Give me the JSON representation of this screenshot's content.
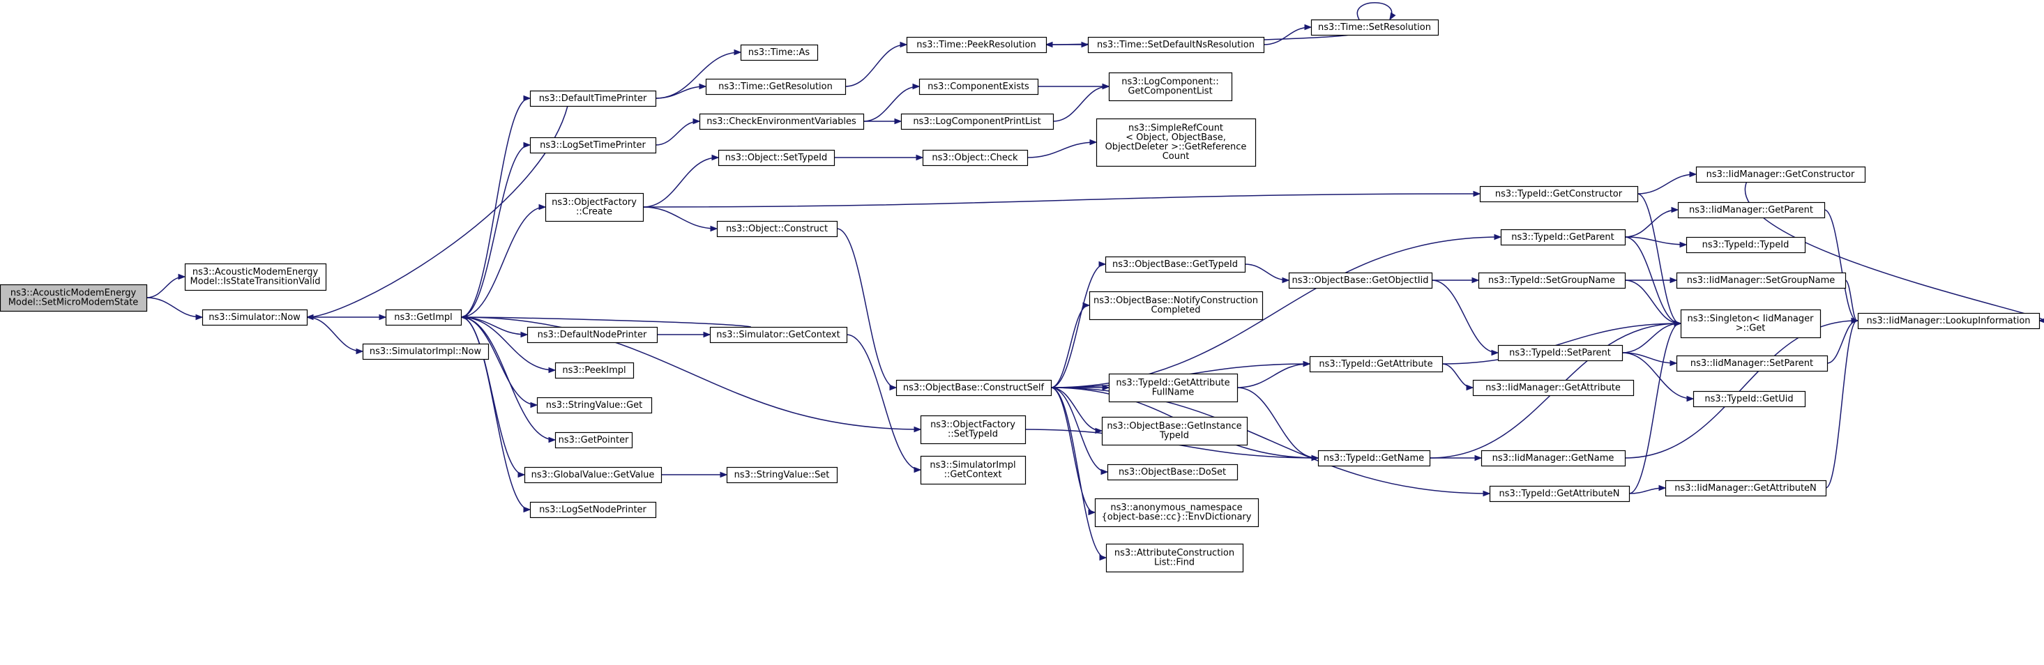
{
  "diagram": {
    "kind": "call-graph",
    "colors": {
      "edge": "#191970",
      "root_fill": "#bfbfbf",
      "node_fill": "#ffffff",
      "border": "#000000"
    },
    "nodes": [
      {
        "id": "root",
        "lines": [
          "ns3::AcousticModemEnergy",
          "Model::SetMicroModemState"
        ],
        "root": true
      },
      {
        "id": "istrans",
        "lines": [
          "ns3::AcousticModemEnergy",
          "Model::IsStateTransitionValid"
        ]
      },
      {
        "id": "simnow",
        "lines": [
          "ns3::Simulator::Now"
        ]
      },
      {
        "id": "getimpl",
        "lines": [
          "ns3::GetImpl"
        ]
      },
      {
        "id": "simimplnow",
        "lines": [
          "ns3::SimulatorImpl::Now"
        ]
      },
      {
        "id": "deftimeprinter",
        "lines": [
          "ns3::DefaultTimePrinter"
        ]
      },
      {
        "id": "timeas",
        "lines": [
          "ns3::Time::As"
        ]
      },
      {
        "id": "timegetres",
        "lines": [
          "ns3::Time::GetResolution"
        ]
      },
      {
        "id": "timepeek",
        "lines": [
          "ns3::Time::PeekResolution"
        ]
      },
      {
        "id": "timesetdef",
        "lines": [
          "ns3::Time::SetDefaultNsResolution"
        ]
      },
      {
        "id": "timesetres",
        "lines": [
          "ns3::Time::SetResolution"
        ]
      },
      {
        "id": "logsettime",
        "lines": [
          "ns3::LogSetTimePrinter"
        ]
      },
      {
        "id": "checkenv",
        "lines": [
          "ns3::CheckEnvironmentVariables"
        ]
      },
      {
        "id": "compexists",
        "lines": [
          "ns3::ComponentExists"
        ]
      },
      {
        "id": "logcompprint",
        "lines": [
          "ns3::LogComponentPrintList"
        ]
      },
      {
        "id": "getcomplist",
        "lines": [
          "ns3::LogComponent::",
          "GetComponentList"
        ]
      },
      {
        "id": "objfactcreate",
        "lines": [
          "ns3::ObjectFactory",
          "::Create"
        ]
      },
      {
        "id": "objsettypeid",
        "lines": [
          "ns3::Object::SetTypeId"
        ]
      },
      {
        "id": "objcheck",
        "lines": [
          "ns3::Object::Check"
        ]
      },
      {
        "id": "simplerefcount",
        "lines": [
          "ns3::SimpleRefCount",
          "< Object, ObjectBase,",
          "ObjectDeleter >::GetReference",
          "Count"
        ]
      },
      {
        "id": "objconstruct",
        "lines": [
          "ns3::Object::Construct"
        ]
      },
      {
        "id": "typeidgetctor",
        "lines": [
          "ns3::TypeId::GetConstructor"
        ]
      },
      {
        "id": "iidgetctor",
        "lines": [
          "ns3::IidManager::GetConstructor"
        ]
      },
      {
        "id": "defnodeprinter",
        "lines": [
          "ns3::DefaultNodePrinter"
        ]
      },
      {
        "id": "simgetctx",
        "lines": [
          "ns3::Simulator::GetContext"
        ]
      },
      {
        "id": "peekimpl",
        "lines": [
          "ns3::PeekImpl"
        ]
      },
      {
        "id": "strvalget",
        "lines": [
          "ns3::StringValue::Get"
        ]
      },
      {
        "id": "getpointer",
        "lines": [
          "ns3::GetPointer"
        ]
      },
      {
        "id": "globalvalget",
        "lines": [
          "ns3::GlobalValue::GetValue"
        ]
      },
      {
        "id": "strvalset",
        "lines": [
          "ns3::StringValue::Set"
        ]
      },
      {
        "id": "logsetnode",
        "lines": [
          "ns3::LogSetNodePrinter"
        ]
      },
      {
        "id": "objfactsettypeid",
        "lines": [
          "ns3::ObjectFactory",
          "::SetTypeId"
        ]
      },
      {
        "id": "simimplgetctx",
        "lines": [
          "ns3::SimulatorImpl",
          "::GetContext"
        ]
      },
      {
        "id": "objbaseconstructself",
        "lines": [
          "ns3::ObjectBase::ConstructSelf"
        ]
      },
      {
        "id": "objbasegettypeid",
        "lines": [
          "ns3::ObjectBase::GetTypeId"
        ]
      },
      {
        "id": "objbasenotify",
        "lines": [
          "ns3::ObjectBase::NotifyConstruction",
          "Completed"
        ]
      },
      {
        "id": "typeidgetattrfull",
        "lines": [
          "ns3::TypeId::GetAttribute",
          "FullName"
        ]
      },
      {
        "id": "objbasegetinst",
        "lines": [
          "ns3::ObjectBase::GetInstance",
          "TypeId"
        ]
      },
      {
        "id": "objbasedoset",
        "lines": [
          "ns3::ObjectBase::DoSet"
        ]
      },
      {
        "id": "envdict",
        "lines": [
          "ns3::anonymous_namespace",
          "{object-base::cc}::EnvDictionary"
        ]
      },
      {
        "id": "attrconsfind",
        "lines": [
          "ns3::AttributeConstruction",
          "List::Find"
        ]
      },
      {
        "id": "objbasegetobjtid",
        "lines": [
          "ns3::ObjectBase::GetObjectIid"
        ]
      },
      {
        "id": "typeidgetparent",
        "lines": [
          "ns3::TypeId::GetParent"
        ]
      },
      {
        "id": "iidgetparent",
        "lines": [
          "ns3::IidManager::GetParent"
        ]
      },
      {
        "id": "typeidtypeid",
        "lines": [
          "ns3::TypeId::TypeId"
        ]
      },
      {
        "id": "typeidsetgroup",
        "lines": [
          "ns3::TypeId::SetGroupName"
        ]
      },
      {
        "id": "iidsetgroup",
        "lines": [
          "ns3::IidManager::SetGroupName"
        ]
      },
      {
        "id": "singleton",
        "lines": [
          "ns3::Singleton< IidManager",
          ">::Get"
        ]
      },
      {
        "id": "typeidsetparent",
        "lines": [
          "ns3::TypeId::SetParent"
        ]
      },
      {
        "id": "iidsetparent",
        "lines": [
          "ns3::IidManager::SetParent"
        ]
      },
      {
        "id": "typeidgetuid",
        "lines": [
          "ns3::TypeId::GetUid"
        ]
      },
      {
        "id": "typeidgetattr",
        "lines": [
          "ns3::TypeId::GetAttribute"
        ]
      },
      {
        "id": "iidgetattr",
        "lines": [
          "ns3::IidManager::GetAttribute"
        ]
      },
      {
        "id": "typeidgetname",
        "lines": [
          "ns3::TypeId::GetName"
        ]
      },
      {
        "id": "iidgetname",
        "lines": [
          "ns3::IidManager::GetName"
        ]
      },
      {
        "id": "typeidgetattrn",
        "lines": [
          "ns3::TypeId::GetAttributeN"
        ]
      },
      {
        "id": "iidgetattrn",
        "lines": [
          "ns3::IidManager::GetAttributeN"
        ]
      },
      {
        "id": "iidlookup",
        "lines": [
          "ns3::IidManager::LookupInformation"
        ]
      }
    ],
    "edges": [
      [
        "root",
        "istrans"
      ],
      [
        "root",
        "simnow"
      ],
      [
        "simnow",
        "getimpl"
      ],
      [
        "simnow",
        "simimplnow"
      ],
      [
        "getimpl",
        "deftimeprinter"
      ],
      [
        "getimpl",
        "logsettime"
      ],
      [
        "getimpl",
        "objfactcreate"
      ],
      [
        "getimpl",
        "defnodeprinter"
      ],
      [
        "getimpl",
        "peekimpl"
      ],
      [
        "getimpl",
        "strvalget"
      ],
      [
        "getimpl",
        "getpointer"
      ],
      [
        "getimpl",
        "globalvalget"
      ],
      [
        "getimpl",
        "logsetnode"
      ],
      [
        "getimpl",
        "objfactsettypeid"
      ],
      [
        "deftimeprinter",
        "simnow"
      ],
      [
        "deftimeprinter",
        "timeas"
      ],
      [
        "deftimeprinter",
        "timegetres"
      ],
      [
        "timegetres",
        "timepeek"
      ],
      [
        "timepeek",
        "timesetdef"
      ],
      [
        "timesetdef",
        "timesetres"
      ],
      [
        "timesetres",
        "timepeek"
      ],
      [
        "timesetres",
        "timesetres"
      ],
      [
        "logsettime",
        "checkenv"
      ],
      [
        "checkenv",
        "compexists"
      ],
      [
        "checkenv",
        "logcompprint"
      ],
      [
        "compexists",
        "getcomplist"
      ],
      [
        "logcompprint",
        "getcomplist"
      ],
      [
        "objfactcreate",
        "objsettypeid"
      ],
      [
        "objfactcreate",
        "objconstruct"
      ],
      [
        "objfactcreate",
        "typeidgetctor"
      ],
      [
        "objsettypeid",
        "objcheck"
      ],
      [
        "objcheck",
        "simplerefcount"
      ],
      [
        "objconstruct",
        "objbaseconstructself"
      ],
      [
        "typeidgetctor",
        "iidgetctor"
      ],
      [
        "typeidgetctor",
        "singleton"
      ],
      [
        "iidgetctor",
        "iidlookup"
      ],
      [
        "defnodeprinter",
        "simgetctx"
      ],
      [
        "simgetctx",
        "getimpl"
      ],
      [
        "simgetctx",
        "simimplgetctx"
      ],
      [
        "globalvalget",
        "strvalset"
      ],
      [
        "objfactsettypeid",
        "typeidgetname"
      ],
      [
        "objbaseconstructself",
        "objbasegettypeid"
      ],
      [
        "objbaseconstructself",
        "objbasenotify"
      ],
      [
        "objbaseconstructself",
        "typeidgetattrfull"
      ],
      [
        "objbaseconstructself",
        "objbasegetinst"
      ],
      [
        "objbaseconstructself",
        "objbasedoset"
      ],
      [
        "objbaseconstructself",
        "envdict"
      ],
      [
        "objbaseconstructself",
        "attrconsfind"
      ],
      [
        "objbaseconstructself",
        "typeidgetparent"
      ],
      [
        "objbaseconstructself",
        "typeidgetattr"
      ],
      [
        "objbaseconstructself",
        "typeidgetname"
      ],
      [
        "objbaseconstructself",
        "typeidgetattrn"
      ],
      [
        "objbasegettypeid",
        "objbasegetobjtid"
      ],
      [
        "objbasegetobjtid",
        "typeidsetgroup"
      ],
      [
        "objbasegetobjtid",
        "typeidsetparent"
      ],
      [
        "typeidgetparent",
        "iidgetparent"
      ],
      [
        "typeidgetparent",
        "typeidtypeid"
      ],
      [
        "typeidgetparent",
        "singleton"
      ],
      [
        "iidgetparent",
        "iidlookup"
      ],
      [
        "typeidsetgroup",
        "iidsetgroup"
      ],
      [
        "typeidsetgroup",
        "singleton"
      ],
      [
        "iidsetgroup",
        "iidlookup"
      ],
      [
        "typeidsetparent",
        "iidsetparent"
      ],
      [
        "typeidsetparent",
        "typeidgetuid"
      ],
      [
        "typeidsetparent",
        "singleton"
      ],
      [
        "iidsetparent",
        "iidlookup"
      ],
      [
        "typeidgetattrfull",
        "typeidgetattr"
      ],
      [
        "typeidgetattrfull",
        "typeidgetname"
      ],
      [
        "typeidgetattr",
        "iidgetattr"
      ],
      [
        "typeidgetattr",
        "singleton"
      ],
      [
        "typeidgetname",
        "iidgetname"
      ],
      [
        "typeidgetname",
        "singleton"
      ],
      [
        "iidgetname",
        "iidlookup"
      ],
      [
        "typeidgetattrn",
        "iidgetattrn"
      ],
      [
        "typeidgetattrn",
        "singleton"
      ],
      [
        "iidgetattrn",
        "iidlookup"
      ]
    ]
  }
}
